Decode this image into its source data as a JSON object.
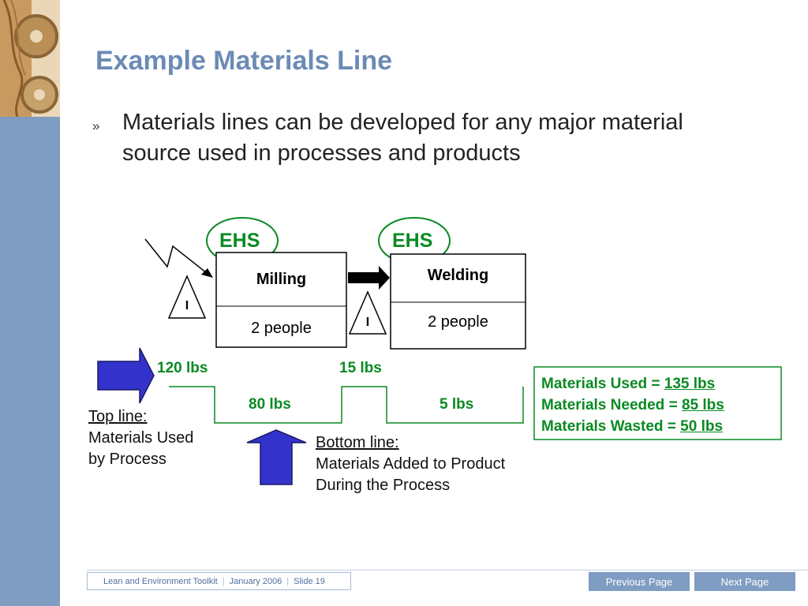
{
  "slide": {
    "title": "Example Materials Line",
    "bullet_marker": "»",
    "bullet_text": "Materials lines can be developed for any major material source used in processes and products"
  },
  "diagram": {
    "processes": [
      {
        "name": "Milling",
        "ehs_label": "EHS",
        "people": "2 people"
      },
      {
        "name": "Welding",
        "ehs_label": "EHS",
        "people": "2 people"
      }
    ],
    "inventory_symbol": "I",
    "top_line_values": [
      "120 lbs",
      "15 lbs"
    ],
    "bottom_line_values": [
      "80 lbs",
      "5 lbs"
    ],
    "top_line_legend": {
      "heading": "Top line:",
      "line1": "Materials Used",
      "line2": "by Process"
    },
    "bottom_line_legend": {
      "heading": "Bottom line:",
      "line1": "Materials Added to Product",
      "line2": "During the Process"
    },
    "summary": {
      "used_label": "Materials Used = ",
      "used_value": "135 lbs",
      "needed_label": "Materials Needed = ",
      "needed_value": "85 lbs",
      "wasted_label": "Materials Wasted = ",
      "wasted_value": " 50 lbs"
    },
    "colors": {
      "green": "#0a8a22",
      "arrow_blue": "#3333cc"
    }
  },
  "footer": {
    "toolkit": "Lean and Environment Toolkit",
    "date": "January 2006",
    "slide_no": "Slide 19",
    "separator": "|",
    "prev_label": "Previous Page",
    "next_label": "Next Page"
  }
}
